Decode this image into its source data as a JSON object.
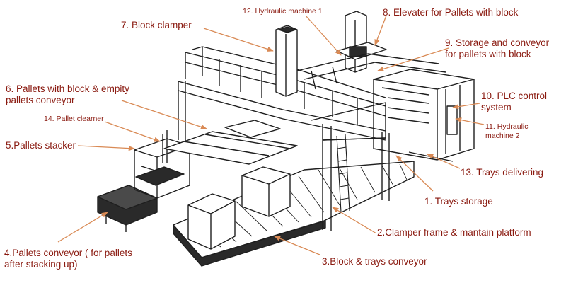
{
  "diagram": {
    "labels": {
      "l1": "1. Trays storage",
      "l2": "2.Clamper frame & mantain platform",
      "l3": "3.Block & trays conveyor",
      "l4": [
        "4.Pallets conveyor ( for pallets",
        "after stacking up)"
      ],
      "l5": "5.Pallets stacker",
      "l6": [
        "6. Pallets with block & empity",
        "pallets conveyor"
      ],
      "l7": "7. Block clamper",
      "l8": "8. Elevater for Pallets with block",
      "l9": [
        "9. Storage and conveyor",
        "for pallets with block"
      ],
      "l10": [
        "10. PLC control",
        "system"
      ],
      "l11": [
        "11. Hydraulic",
        "machine 2"
      ],
      "l12": "12. Hydraulic machine 1",
      "l13": "13. Trays delivering",
      "l14": "14. Pallet clearner"
    },
    "colors": {
      "label": "#8a1a10",
      "arrow": "#d98a55",
      "line": "#1e1e1e",
      "fill": "#ffffff"
    }
  }
}
